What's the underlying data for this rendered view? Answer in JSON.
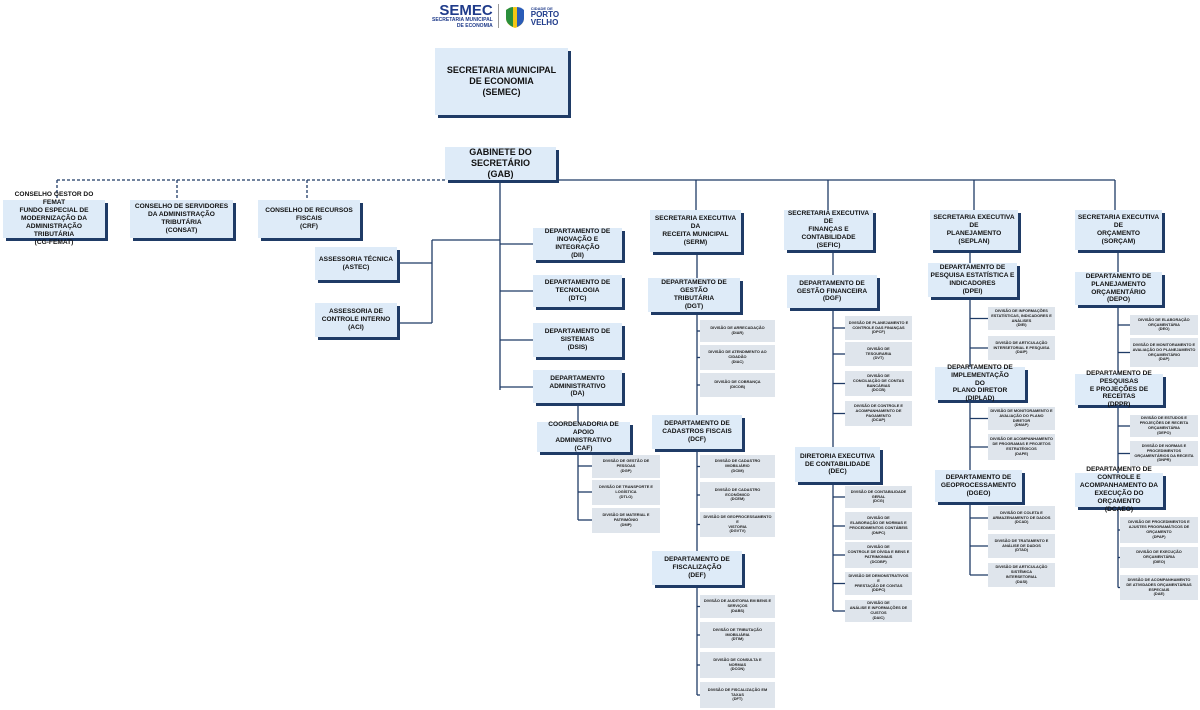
{
  "logo": {
    "brand": "SEMEC",
    "subtitle": "SECRETARIA MUNICIPAL\nDE ECONOMIA",
    "city_small": "CIDADE DE",
    "city": "PORTO\nVELHO"
  },
  "colors": {
    "box": "#deebf8",
    "shadow": "#1f3b66",
    "division": "#dfe5ec",
    "line": "#1f3b66"
  },
  "semec": "SECRETARIA MUNICIPAL\nDE ECONOMIA\n(SEMEC)",
  "gab": "GABINETE DO SECRETÁRIO\n(GAB)",
  "councils": [
    "CONSELHO GESTOR DO FEMAT\nFUNDO ESPECIAL DE\nMODERNIZAÇÃO DA\nADMINISTRAÇÃO TRIBUTÁRIA\n(CG-FEMAT)",
    "CONSELHO DE SERVIDORES\nDA ADMINISTRAÇÃO\nTRIBUTÁRIA\n(CONSAT)",
    "CONSELHO DE RECURSOS FISCAIS\n(CRF)"
  ],
  "advisory": [
    "ASSESSORIA TÉCNICA\n(ASTEC)",
    "ASSESSORIA DE\nCONTROLE INTERNO\n(ACI)"
  ],
  "gab_departments": [
    "DEPARTAMENTO DE\nINOVAÇÃO E INTEGRAÇÃO\n(DII)",
    "DEPARTAMENTO DE\nTECNOLOGIA\n(DTC)",
    "DEPARTAMENTO DE\nSISTEMAS\n(DSIS)",
    "DEPARTAMENTO\nADMINISTRATIVO\n(DA)"
  ],
  "caf": {
    "name": "COORDENADORIA DE APOIO\nADMINISTRATIVO\n(CAF)",
    "divisions": [
      "DIVISÃO DE GESTÃO DE PESSOAS\n(DGP)",
      "DIVISÃO DE TRANSPORTE E\nLOGÍSTICA\n(DTLO)",
      "DIVISÃO DE MATERIAL E\nPATRIMÔNIO\n(DMP)"
    ]
  },
  "secretariats": [
    {
      "name": "SECRETARIA EXECUTIVA DA\nRECEITA MUNICIPAL\n(SERM)",
      "departments": [
        {
          "name": "DEPARTAMENTO DE GESTÃO\nTRIBUTÁRIA\n(DGT)",
          "divisions": [
            "DIVISÃO DE ARRECADAÇÃO\n(DIAR)",
            "DIVISÃO DE ATENDIMENTO AO\nCIDADÃO\n(DIAC)",
            "DIVISÃO DE COBRANÇA\n(DICOB)"
          ]
        },
        {
          "name": "DEPARTAMENTO DE\nCADASTROS FISCAIS\n(DCF)",
          "divisions": [
            "DIVISÃO DE CADASTRO IMOBILIÁRIO\n(DCIM)",
            "DIVISÃO DE CADASTRO ECONÔMICO\n(DCEM)",
            "DIVISÃO DE GEOPROCESSAMENTO E\nVISTORIA\n(DGVTV)"
          ]
        },
        {
          "name": "DEPARTAMENTO DE\nFISCALIZAÇÃO\n(DEF)",
          "divisions": [
            "DIVISÃO DE AUDITORIA EM BENS E\nSERVIÇOS\n(DABS)",
            "DIVISÃO DE TRIBUTAÇÃO\nIMOBILIÁRIA\n(DTIM)",
            "DIVISÃO DE CONSULTA E\nNORMAS\n(DCON)",
            "DIVISÃO DE FISCALIZAÇÃO EM\nTAXAS\n(DFT)"
          ]
        }
      ]
    },
    {
      "name": "SECRETARIA EXECUTIVA DE\nFINANÇAS E CONTABILIDADE\n(SEFIC)",
      "departments": [
        {
          "name": "DEPARTAMENTO DE\nGESTÃO FINANCEIRA\n(DGF)",
          "divisions": [
            "DIVISÃO DE PLANEJAMENTO E\nCONTROLE DAS FINANÇAS\n(DPCF)",
            "DIVISÃO DE\nTESOURARIA\n(DVT)",
            "DIVISÃO DE\nCONCILIAÇÃO DE CONTAS\nBANCÁRIAS\n(DCCB)",
            "DIVISÃO DE CONTROLE E\nACOMPANHAMENTO DE\nPAGAMENTO\n(DCAP)"
          ]
        },
        {
          "name": "DIRETORIA EXECUTIVA\nDE CONTABILIDADE\n(DEC)",
          "divisions": [
            "DIVISÃO DE CONTABILIDADE GERAL\n(DCG)",
            "DIVISÃO DE\nELABORAÇÃO DE NORMAS E\nPROCEDIMENTOS CONTÁBEIS\n(DNPC)",
            "DIVISÃO DE\nCONTROLE DE DÍVIDA E BENS E\nPATRIMONIAIS\n(DCDBP)",
            "DIVISÃO DE DEMONSTRATIVOS E\nPRESTAÇÃO DE CONTAS\n(DDPC)",
            "DIVISÃO DE\nANÁLISE E INFORMAÇÕES DE\nCUSTOS\n(DAIC)"
          ]
        }
      ]
    },
    {
      "name": "SECRETARIA EXECUTIVA DE\nPLANEJAMENTO\n(SEPLAN)",
      "departments": [
        {
          "name": "DEPARTAMENTO DE\nPESQUISA ESTATÍSTICA E\nINDICADORES\n(DPEI)",
          "divisions": [
            "DIVISÃO DE INFORMAÇÕES\nESTATÍSTICAS, INDICADORES E\nANÁLISES\n(DIEI)",
            "DIVISÃO DE ARTICULAÇÃO\nINTERSETORIAL E PESQUISA\n(DAIP)"
          ]
        },
        {
          "name": "DEPARTAMENTO DE IMPLEMENTAÇÃO\nDO\nPLANO DIRETOR\n(DIPLAD)",
          "divisions": [
            "DIVISÃO DE MONITORAMENTO E\nAVALIAÇÃO DO PLANO\nDIRETOR\n(DMAP)",
            "DIVISÃO DE ACOMPANHAMENTO\nDE PROGRAMAS E PROJETOS\nESTRATÉGICOS\n(DAPE)"
          ]
        },
        {
          "name": "DEPARTAMENTO DE\nGEOPROCESSAMENTO\n(DGEO)",
          "divisions": [
            "DIVISÃO DE COLETA E\nARMAZENAMENTO DE DADOS\n(DCAD)",
            "DIVISÃO DE TRATAMENTO E\nANÁLISE DE DADOS\n(DTAD)",
            "DIVISÃO DE ARTICULAÇÃO\nSISTÊMICA\nINTERSETORIAL\n(DASI)"
          ]
        }
      ]
    },
    {
      "name": "SECRETARIA EXECUTIVA DE\nORÇAMENTO\n(SORÇAM)",
      "departments": [
        {
          "name": "DEPARTAMENTO DE\nPLANEJAMENTO ORÇAMENTÁRIO\n(DEPO)",
          "divisions": [
            "DIVISÃO DE ELABORAÇÃO\nORÇAMENTÁRIA\n(DEO)",
            "DIVISÃO DE MONITORAMENTO E\nAVALIAÇÃO DO PLANEJAMENTO\nORÇAMENTÁRIO\n(DAP)"
          ]
        },
        {
          "name": "DEPARTAMENTO DE PESQUISAS\nE PROJEÇÕES DE RECEITAS\n(DPPR)",
          "divisions": [
            "DIVISÃO DE ESTUDOS E\nPROJEÇÕES DE RECEITA\nORÇAMENTÁRIA\n(DEPO)",
            "DIVISÃO DE NORMAS E\nPROCEDIMENTOS\nORÇAMENTÁRIOS DA RECEITA\n(DNPR)"
          ]
        },
        {
          "name": "DEPARTAMENTO DE CONTROLE E\nACOMPANHAMENTO DA\nEXECUÇÃO DO ORÇAMENTO\n(DCAEO)",
          "divisions": [
            "DIVISÃO DE PROCEDIMENTOS E\nAJUSTES PROGRAMÁTICOS DE\nORÇAMENTO\n(DPAP)",
            "DIVISÃO DE EXECUÇÃO\nORÇAMENTÁRIA\n(DIEO)",
            "DIVISÃO DE ACOMPANHAMENTO\nDE ATIVIDADES ORÇAMENTÁRIAS\nESPECIAIS\n(DAE)"
          ]
        }
      ]
    }
  ]
}
